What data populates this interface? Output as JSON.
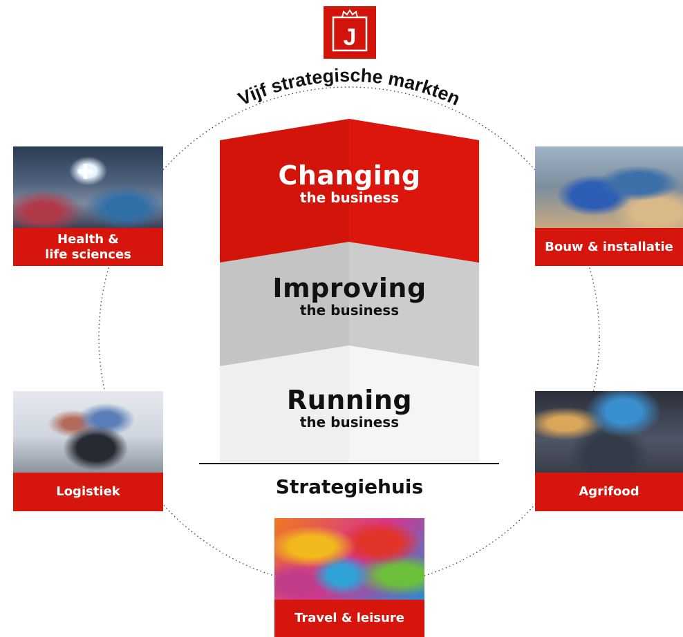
{
  "logo": {
    "letter": "J",
    "crown_icon": "crown-icon",
    "color": "#d2140b"
  },
  "heading": "Vijf strategische markten",
  "strategy_house": {
    "label": "Strategiehuis",
    "tiers": [
      {
        "title": "Changing",
        "subtitle": "the business",
        "color": "#d2140b"
      },
      {
        "title": "Improving",
        "subtitle": "the business",
        "color": "#c8c8c8"
      },
      {
        "title": "Running",
        "subtitle": "the business",
        "color": "#efefef"
      }
    ]
  },
  "markets": [
    {
      "label": "Health &\nlife sciences",
      "photo": "exhibition-hall-photo"
    },
    {
      "label": "Bouw & installatie",
      "photo": "visitors-at-stand-photo"
    },
    {
      "label": "Logistiek",
      "photo": "scanners-demo-photo"
    },
    {
      "label": "Agrifood",
      "photo": "expo-entrance-photo"
    },
    {
      "label": "Travel & leisure",
      "photo": "carnival-dancers-photo"
    }
  ],
  "colors": {
    "accent_red": "#d6160c",
    "text": "#111111"
  }
}
